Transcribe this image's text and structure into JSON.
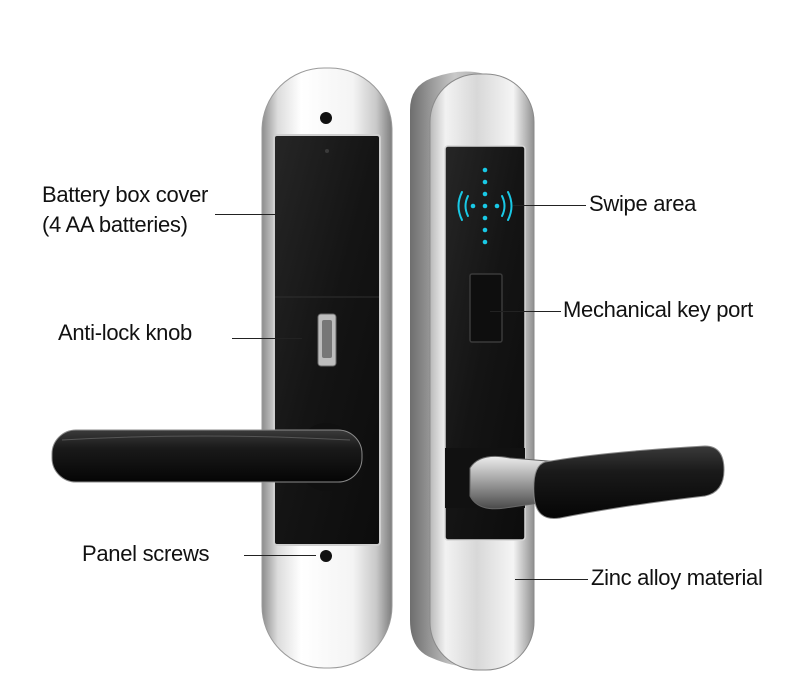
{
  "callouts": {
    "battery_box_cover_line1": "Battery box cover",
    "battery_box_cover_line2": "(4 AA batteries)",
    "anti_lock_knob": "Anti-lock knob",
    "panel_screws": "Panel screws",
    "swipe_area": "Swipe area",
    "mechanical_key_port": "Mechanical key port",
    "zinc_alloy_material": "Zinc alloy material"
  },
  "colors": {
    "panel_black": "#161616",
    "chrome_light": "#f2f2f2",
    "chrome_dark": "#9a9a9a",
    "indicator_cyan": "#19c9e6"
  },
  "icons": {
    "swipe": "rfid-wave-icon"
  }
}
